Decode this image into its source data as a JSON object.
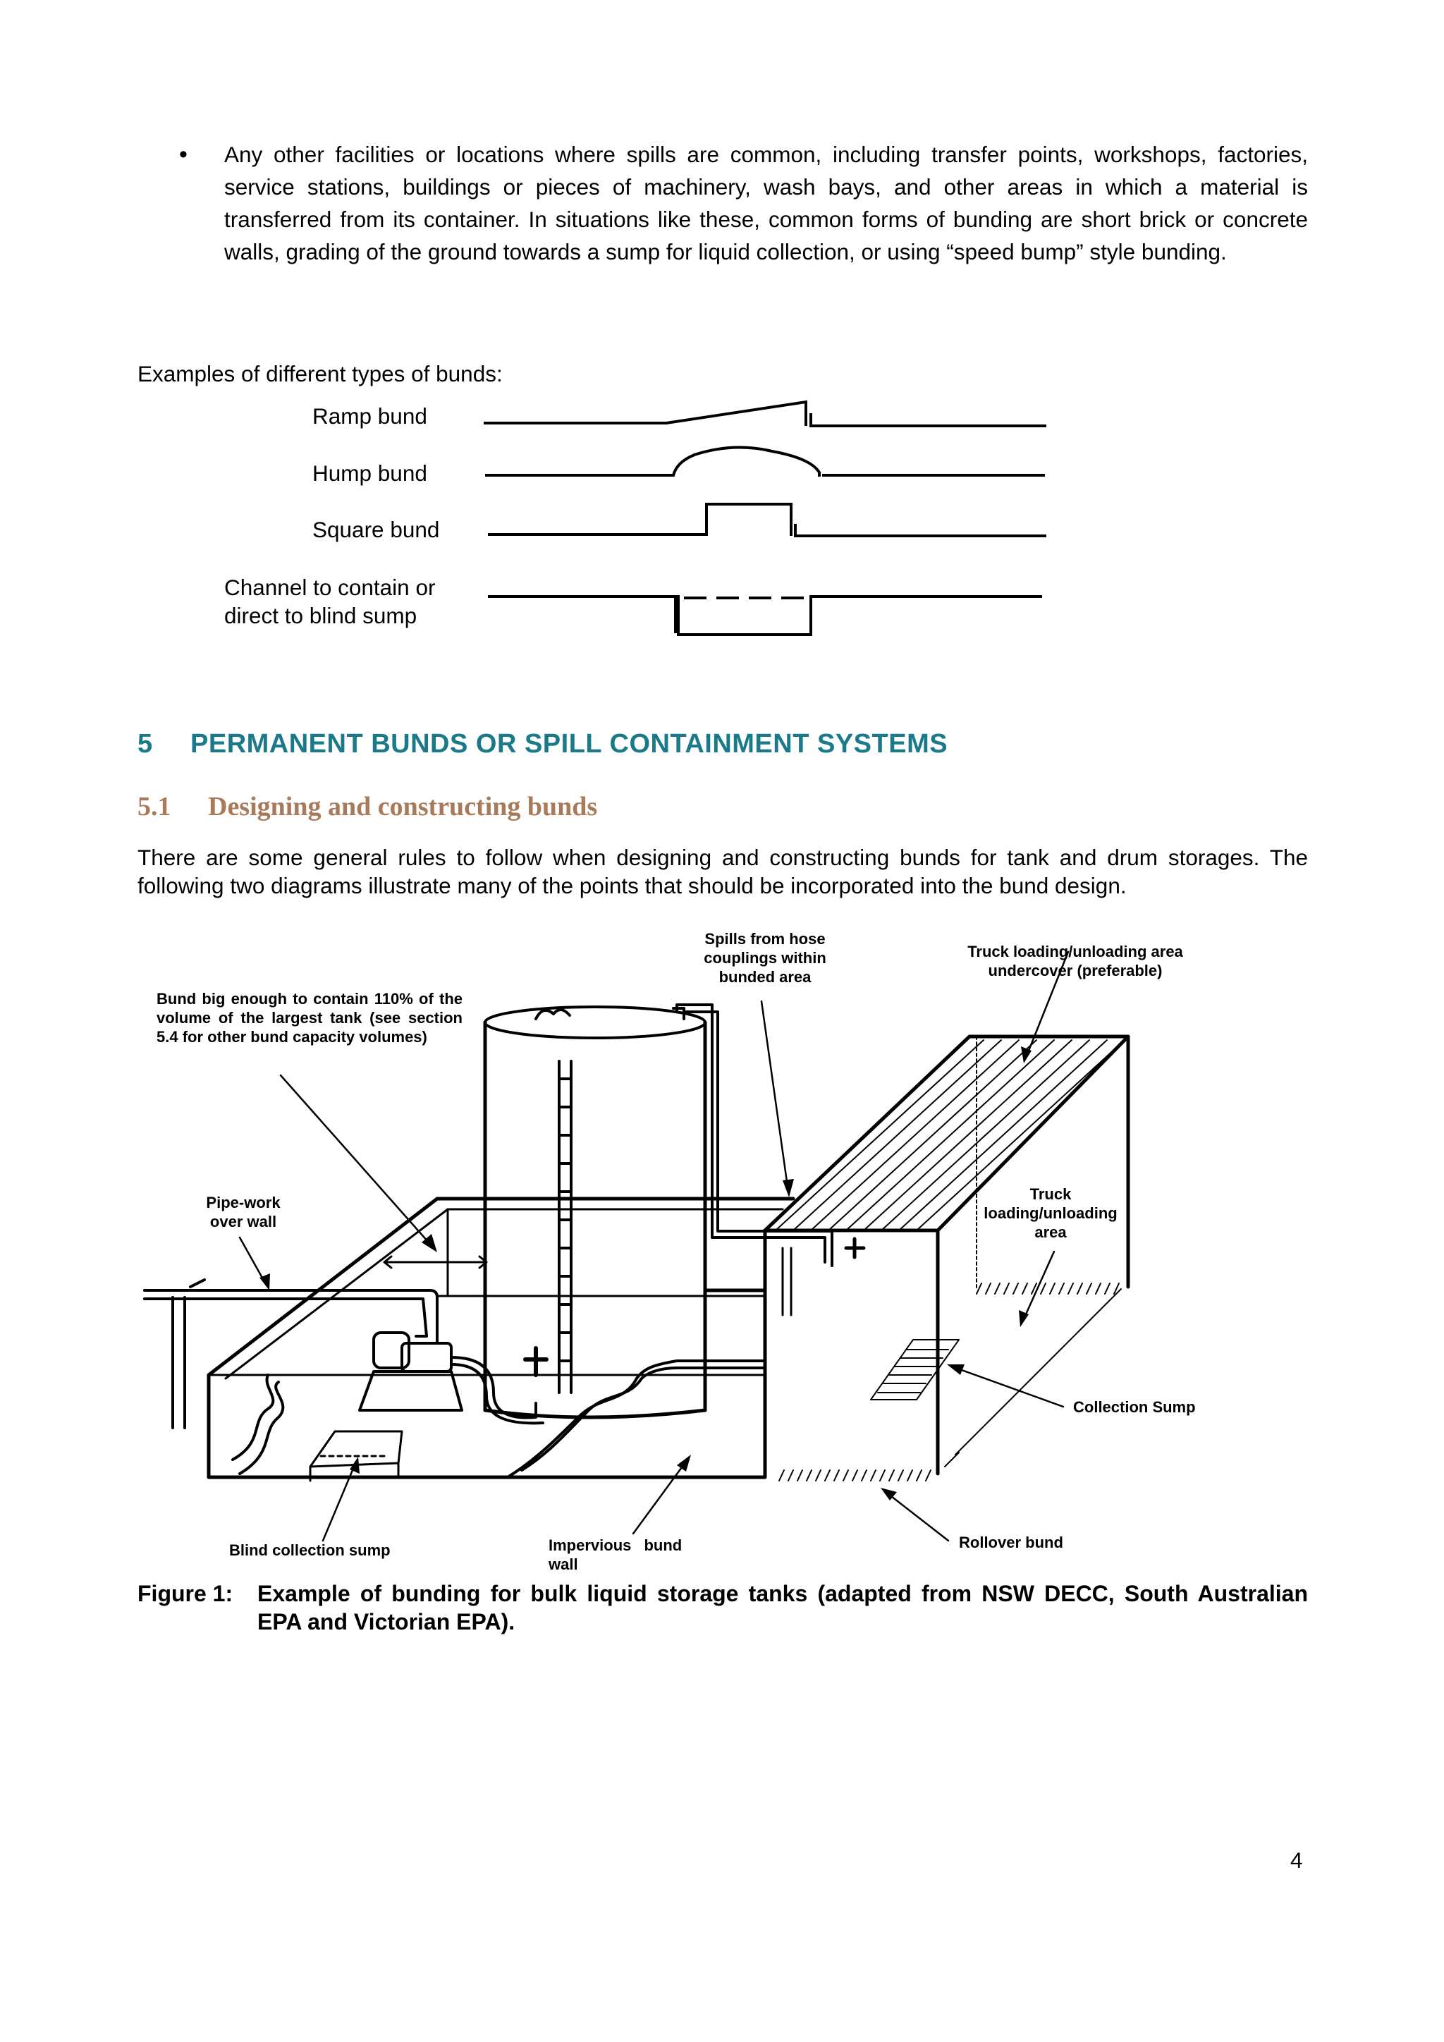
{
  "bullet": {
    "text": "Any other facilities or locations where spills are common, including transfer points, workshops, factories, service stations, buildings or pieces of machinery, wash bays, and other areas in which a material is transferred from its container. In situations like these, common forms of bunding are short brick or concrete walls, grading of the ground towards a sump for liquid collection, or using “speed bump” style bunding."
  },
  "examples": {
    "intro": "Examples of different types of bunds:",
    "ramp": "Ramp bund",
    "hump": "Hump bund",
    "square": "Square bund",
    "channel_line1": "Channel to contain or",
    "channel_line2": "direct to blind sump"
  },
  "section5": {
    "number": "5",
    "title": "PERMANENT BUNDS OR SPILL CONTAINMENT SYSTEMS"
  },
  "section51": {
    "number": "5.1",
    "title": "Designing and constructing bunds"
  },
  "intro_paragraph": "There are some general rules to follow when designing and constructing bunds for tank and drum storages. The following two diagrams illustrate many of the points that should be incorporated into the bund design.",
  "figure": {
    "callouts": {
      "spills": "Spills from hose couplings within bunded area",
      "truck_cover": "Truck loading/unloading area undercover (preferable)",
      "bund_capacity": "Bund big enough to contain 110% of the volume of the largest tank (see section 5.4 for other bund capacity volumes)",
      "pipework": "Pipe-work over wall",
      "truck_area": "Truck loading/unloading area",
      "collection_sump": "Collection Sump",
      "blind_sump": "Blind collection sump",
      "impervious": "Impervious bund wall",
      "rollover": "Rollover bund"
    },
    "caption_label": "Figure 1:",
    "caption_text": "Example of bunding for bulk liquid storage tanks (adapted from NSW DECC, South Australian EPA and Victorian EPA)."
  },
  "page_number": "4",
  "colors": {
    "heading1": "#1a7a8a",
    "heading2": "#a87a5a"
  }
}
